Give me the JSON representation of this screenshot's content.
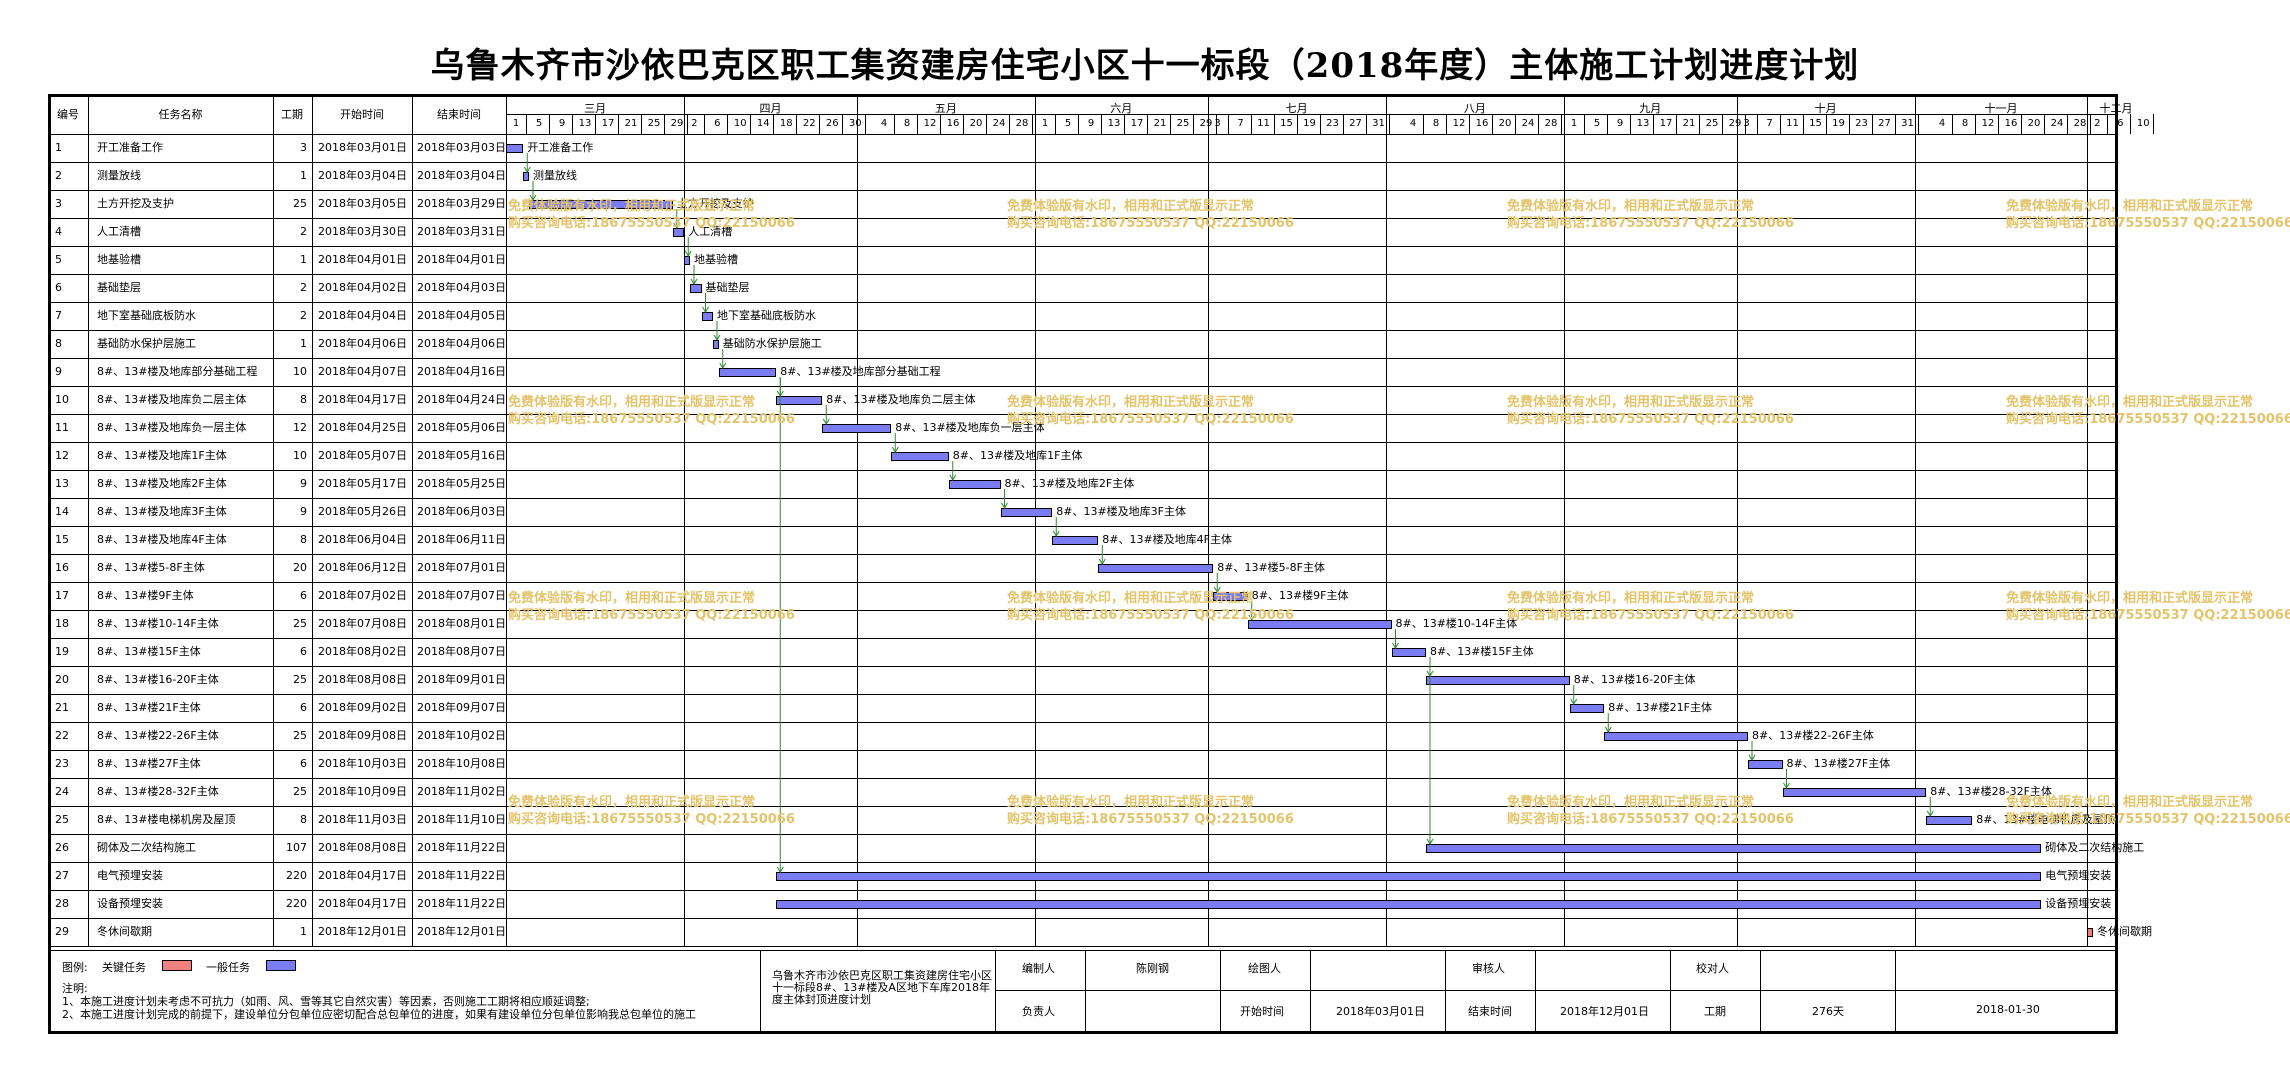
{
  "title": "乌鲁木齐市沙依巴克区职工集资建房住宅小区十一标段（2018年度）主体施工计划进度计划",
  "columns": {
    "id": "编号",
    "name": "任务名称",
    "duration": "工期",
    "start": "开始时间",
    "end": "结束时间"
  },
  "months": [
    "三月",
    "四月",
    "五月",
    "六月",
    "七月",
    "八月",
    "九月",
    "十月",
    "十一月",
    "十二月"
  ],
  "days": [
    [
      "1",
      "5",
      "9",
      "13",
      "17",
      "21",
      "25",
      "29"
    ],
    [
      "2",
      "6",
      "10",
      "14",
      "18",
      "22",
      "26",
      "30"
    ],
    [
      "4",
      "8",
      "12",
      "16",
      "20",
      "24",
      "28"
    ],
    [
      "1",
      "5",
      "9",
      "13",
      "17",
      "21",
      "25",
      "29"
    ],
    [
      "3",
      "7",
      "11",
      "15",
      "19",
      "23",
      "27",
      "31"
    ],
    [
      "4",
      "8",
      "12",
      "16",
      "20",
      "24",
      "28"
    ],
    [
      "1",
      "5",
      "9",
      "13",
      "17",
      "21",
      "25",
      "29"
    ],
    [
      "3",
      "7",
      "11",
      "15",
      "19",
      "23",
      "27",
      "31"
    ],
    [
      "4",
      "8",
      "12",
      "16",
      "20",
      "24",
      "28"
    ],
    [
      "2",
      "6",
      "10"
    ]
  ],
  "tasks": [
    {
      "id": "1",
      "name": "开工准备工作",
      "duration": "3",
      "start": "2018年03月01日",
      "end": "2018年03月03日",
      "label": "开工准备工作"
    },
    {
      "id": "2",
      "name": "测量放线",
      "duration": "1",
      "start": "2018年03月04日",
      "end": "2018年03月04日",
      "label": "测量放线"
    },
    {
      "id": "3",
      "name": "土方开挖及支护",
      "duration": "25",
      "start": "2018年03月05日",
      "end": "2018年03月29日",
      "label": "土方开挖及支护"
    },
    {
      "id": "4",
      "name": "人工清槽",
      "duration": "2",
      "start": "2018年03月30日",
      "end": "2018年03月31日",
      "label": "人工清槽"
    },
    {
      "id": "5",
      "name": "地基验槽",
      "duration": "1",
      "start": "2018年04月01日",
      "end": "2018年04月01日",
      "label": "地基验槽"
    },
    {
      "id": "6",
      "name": "基础垫层",
      "duration": "2",
      "start": "2018年04月02日",
      "end": "2018年04月03日",
      "label": "基础垫层"
    },
    {
      "id": "7",
      "name": "地下室基础底板防水",
      "duration": "2",
      "start": "2018年04月04日",
      "end": "2018年04月05日",
      "label": "地下室基础底板防水"
    },
    {
      "id": "8",
      "name": "基础防水保护层施工",
      "duration": "1",
      "start": "2018年04月06日",
      "end": "2018年04月06日",
      "label": "基础防水保护层施工"
    },
    {
      "id": "9",
      "name": "8#、13#楼及地库部分基础工程",
      "duration": "10",
      "start": "2018年04月07日",
      "end": "2018年04月16日",
      "label": "8#、13#楼及地库部分基础工程"
    },
    {
      "id": "10",
      "name": "8#、13#楼及地库负二层主体",
      "duration": "8",
      "start": "2018年04月17日",
      "end": "2018年04月24日",
      "label": "8#、13#楼及地库负二层主体"
    },
    {
      "id": "11",
      "name": "8#、13#楼及地库负一层主体",
      "duration": "12",
      "start": "2018年04月25日",
      "end": "2018年05月06日",
      "label": "8#、13#楼及地库负一层主体"
    },
    {
      "id": "12",
      "name": "8#、13#楼及地库1F主体",
      "duration": "10",
      "start": "2018年05月07日",
      "end": "2018年05月16日",
      "label": "8#、13#楼及地库1F主体"
    },
    {
      "id": "13",
      "name": "8#、13#楼及地库2F主体",
      "duration": "9",
      "start": "2018年05月17日",
      "end": "2018年05月25日",
      "label": "8#、13#楼及地库2F主体"
    },
    {
      "id": "14",
      "name": "8#、13#楼及地库3F主体",
      "duration": "9",
      "start": "2018年05月26日",
      "end": "2018年06月03日",
      "label": "8#、13#楼及地库3F主体"
    },
    {
      "id": "15",
      "name": "8#、13#楼及地库4F主体",
      "duration": "8",
      "start": "2018年06月04日",
      "end": "2018年06月11日",
      "label": "8#、13#楼及地库4F主体"
    },
    {
      "id": "16",
      "name": "8#、13#楼5-8F主体",
      "duration": "20",
      "start": "2018年06月12日",
      "end": "2018年07月01日",
      "label": "8#、13#楼5-8F主体"
    },
    {
      "id": "17",
      "name": "8#、13#楼9F主体",
      "duration": "6",
      "start": "2018年07月02日",
      "end": "2018年07月07日",
      "label": "8#、13#楼9F主体"
    },
    {
      "id": "18",
      "name": "8#、13#楼10-14F主体",
      "duration": "25",
      "start": "2018年07月08日",
      "end": "2018年08月01日",
      "label": "8#、13#楼10-14F主体"
    },
    {
      "id": "19",
      "name": "8#、13#楼15F主体",
      "duration": "6",
      "start": "2018年08月02日",
      "end": "2018年08月07日",
      "label": "8#、13#楼15F主体"
    },
    {
      "id": "20",
      "name": "8#、13#楼16-20F主体",
      "duration": "25",
      "start": "2018年08月08日",
      "end": "2018年09月01日",
      "label": "8#、13#楼16-20F主体"
    },
    {
      "id": "21",
      "name": "8#、13#楼21F主体",
      "duration": "6",
      "start": "2018年09月02日",
      "end": "2018年09月07日",
      "label": "8#、13#楼21F主体"
    },
    {
      "id": "22",
      "name": "8#、13#楼22-26F主体",
      "duration": "25",
      "start": "2018年09月08日",
      "end": "2018年10月02日",
      "label": "8#、13#楼22-26F主体"
    },
    {
      "id": "23",
      "name": "8#、13#楼27F主体",
      "duration": "6",
      "start": "2018年10月03日",
      "end": "2018年10月08日",
      "label": "8#、13#楼27F主体"
    },
    {
      "id": "24",
      "name": "8#、13#楼28-32F主体",
      "duration": "25",
      "start": "2018年10月09日",
      "end": "2018年11月02日",
      "label": "8#、13#楼28-32F主体"
    },
    {
      "id": "25",
      "name": "8#、13#楼电梯机房及屋顶",
      "duration": "8",
      "start": "2018年11月03日",
      "end": "2018年11月10日",
      "label": "8#、13#楼电梯机房及屋顶"
    },
    {
      "id": "26",
      "name": "砌体及二次结构施工",
      "duration": "107",
      "start": "2018年08月08日",
      "end": "2018年11月22日",
      "label": "砌体及二次结构施工"
    },
    {
      "id": "27",
      "name": "电气预埋安装",
      "duration": "220",
      "start": "2018年04月17日",
      "end": "2018年11月22日",
      "label": "电气预埋安装"
    },
    {
      "id": "28",
      "name": "设备预埋安装",
      "duration": "220",
      "start": "2018年04月17日",
      "end": "2018年11月22日",
      "label": "设备预埋安装"
    },
    {
      "id": "29",
      "name": "冬休间歇期",
      "duration": "1",
      "start": "2018年12月01日",
      "end": "2018年12月01日",
      "label": "冬休间歇期"
    }
  ],
  "schedule": {
    "start_offsets": [
      0,
      3,
      4,
      29,
      31,
      32,
      34,
      36,
      37,
      47,
      55,
      67,
      77,
      86,
      95,
      103,
      123,
      129,
      154,
      160,
      185,
      191,
      216,
      222,
      247,
      160,
      47,
      47,
      275
    ],
    "durations": [
      3,
      1,
      25,
      2,
      1,
      2,
      2,
      1,
      10,
      8,
      12,
      10,
      9,
      9,
      8,
      20,
      6,
      25,
      6,
      25,
      6,
      25,
      6,
      25,
      8,
      107,
      220,
      220,
      1
    ],
    "critical": [
      false,
      false,
      false,
      false,
      false,
      false,
      false,
      false,
      false,
      false,
      false,
      false,
      false,
      false,
      false,
      false,
      false,
      false,
      false,
      false,
      false,
      false,
      false,
      false,
      false,
      false,
      false,
      false,
      true
    ],
    "dependencies": [
      [
        0,
        1
      ],
      [
        1,
        2
      ],
      [
        2,
        3
      ],
      [
        3,
        4
      ],
      [
        4,
        5
      ],
      [
        5,
        6
      ],
      [
        6,
        7
      ],
      [
        7,
        8
      ],
      [
        8,
        9
      ],
      [
        9,
        10
      ],
      [
        10,
        11
      ],
      [
        11,
        12
      ],
      [
        12,
        13
      ],
      [
        13,
        14
      ],
      [
        14,
        15
      ],
      [
        15,
        16
      ],
      [
        16,
        17
      ],
      [
        17,
        18
      ],
      [
        18,
        19
      ],
      [
        19,
        20
      ],
      [
        20,
        21
      ],
      [
        21,
        22
      ],
      [
        22,
        23
      ],
      [
        23,
        24
      ],
      [
        8,
        26
      ],
      [
        18,
        25
      ]
    ]
  },
  "watermark": {
    "line1": "免费体验版有水印，相用和正式版显示正常",
    "line2": "购买咨询电话:18675550537 QQ:22150066"
  },
  "legend": {
    "label": "图例:",
    "critical": "关键任务",
    "normal": "一般任务"
  },
  "notes": {
    "heading": "注明:",
    "line1": "1、本施工进度计划未考虑不可抗力（如雨、风、雪等其它自然灾害）等因素，否则施工工期将相应顺延调整;",
    "line2": "2、本施工进度计划完成的前提下，建设单位分包单位应密切配合总包单位的进度，如果有建设单位分包单位影响我总包单位的施工"
  },
  "project_desc": "乌鲁木齐市沙依巴克区职工集资建房住宅小区十一标段8#、13#楼及A区地下车库2018年度主体封顶进度计划",
  "footer": {
    "compiler_label": "编制人",
    "compiler": "陈刚钢",
    "drawer_label": "绘图人",
    "drawer": "",
    "reviewer_label": "审核人",
    "reviewer": "",
    "checker_label": "校对人",
    "checker": "",
    "manager_label": "负责人",
    "manager": "",
    "start_label": "开始时间",
    "start": "2018年03月01日",
    "end_label": "结束时间",
    "end": "2018年12月01日",
    "duration_label": "工期",
    "duration": "276天",
    "date": "2018-01-30"
  },
  "colors": {
    "bar": "#7b7bf2",
    "critical": "#f08080",
    "link": "#2e8b2e",
    "watermark": "#e3c46a"
  }
}
